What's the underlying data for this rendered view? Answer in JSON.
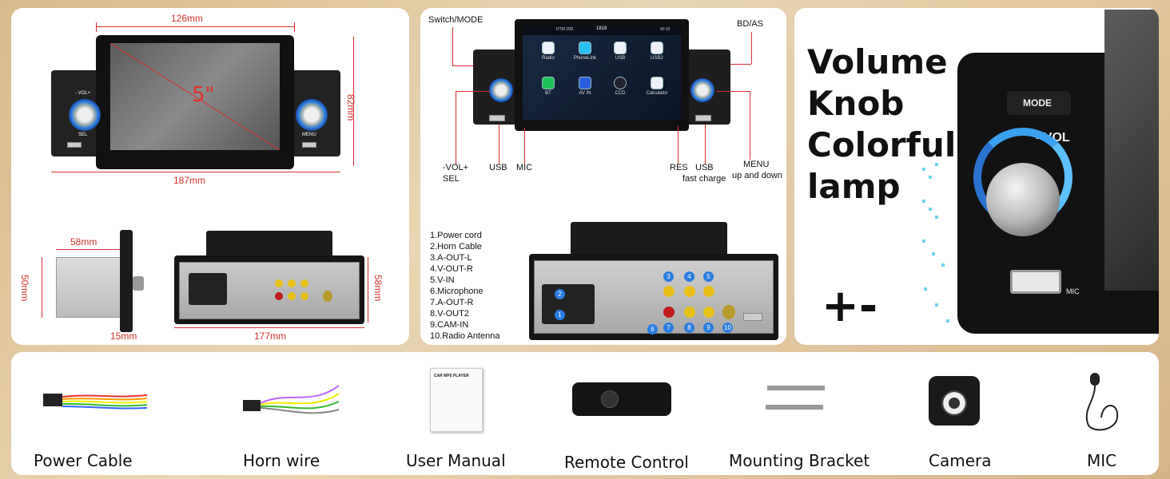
{
  "panel1": {
    "width_label": "126mm",
    "height_label": "82mm",
    "total_width_label": "187mm",
    "screen_size_label": "5\"",
    "left_knob_top": "- VOL+",
    "left_knob_bottom": "SEL",
    "right_knob_bottom": "MENU",
    "side_depth_label": "58mm",
    "side_height_label": "50mm",
    "side_bottom_label": "15mm",
    "rear_width_label": "177mm",
    "rear_height_label": "58mm"
  },
  "panel2": {
    "top_left_label": "Switch/MODE",
    "top_right_label": "BD/AS",
    "bottom_labels": {
      "vol": "-VOL+",
      "sel": "SEL",
      "usb": "USB",
      "mic": "MIC",
      "res": "RES",
      "usb2": "USB",
      "fast_charge": "fast charge",
      "menu": "MENU",
      "up_down": "up and down"
    },
    "screen_status": {
      "left": "DTM 20D",
      "center": "1818",
      "right": "40 50"
    },
    "apps": [
      "Radio",
      "PhoneLink",
      "USB",
      "USB2",
      "BT",
      "AV IN",
      "CCD",
      "Calculator"
    ],
    "connector_list": [
      "1.Power cord",
      "2.Horn Cable",
      "3.A-OUT-L",
      "4.V-OUT-R",
      "5.V-IN",
      "6.Microphone",
      "7.A-OUT-R",
      "8.V-OUT2",
      "9.CAM-IN",
      "10.Radio Antenna"
    ],
    "port_numbers": [
      "1",
      "2",
      "3",
      "4",
      "5",
      "6",
      "7",
      "8",
      "9",
      "10"
    ]
  },
  "panel3": {
    "headline": [
      "Volume",
      "Knob",
      "Colorful",
      "lamp"
    ],
    "plus_minus": "+-",
    "mode_label": "MODE",
    "vol_label": "- VOL",
    "mic_label": "MIC"
  },
  "accessories": [
    {
      "label": "Power Cable",
      "icon": "power-cable"
    },
    {
      "label": "Horn wire",
      "icon": "horn-wire"
    },
    {
      "label": "User Manual",
      "icon": "user-manual"
    },
    {
      "label": "Remote Control",
      "icon": "remote-control"
    },
    {
      "label": "Mounting Bracket",
      "icon": "mounting-bracket"
    },
    {
      "label": "Camera",
      "icon": "camera"
    },
    {
      "label": "MIC",
      "icon": "microphone"
    }
  ],
  "manual_title": "CAR MP5 PLAYER",
  "colors": {
    "dimension_red": "#d2322d",
    "accent_blue": "#2a7de0",
    "panel_bg": "#ffffff",
    "page_bg": "#e2c79e"
  }
}
